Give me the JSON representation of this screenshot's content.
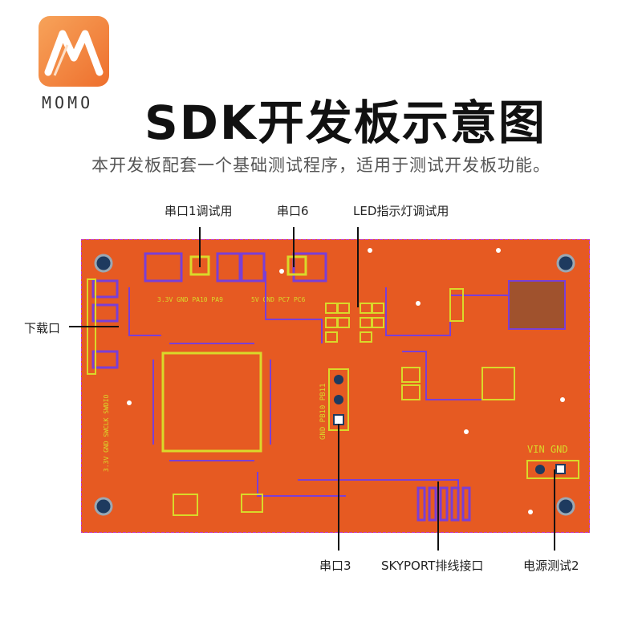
{
  "brand": {
    "name": "MOMO",
    "accent": "#ee6f2d"
  },
  "title": "SDK开发板示意图",
  "subtitle": "本开发板配套一个基础测试程序，适用于测试开发板功能。",
  "callouts": {
    "uart1_debug": "串口1调试用",
    "uart6": "串口6",
    "led_debug": "LED指示灯调试用",
    "download_port": "下载口",
    "uart3": "串口3",
    "skyport": "SKYPORT排线接口",
    "power_test2": "电源测试2"
  },
  "pcb_silkscreen": {
    "top_left_header": "3.3V GND PA10 PA9",
    "top_mid_header": "5V GND PC7 PC6",
    "swd_header": "3.3V GND SWCLK SWDIO",
    "uart3_header": "GND PB10 PB11",
    "power_header": "VIN GND"
  },
  "colors": {
    "board": "#e65a22",
    "trace": "#7a3fd6",
    "pad": "#d9d92a",
    "outline": "#c43bc4"
  }
}
